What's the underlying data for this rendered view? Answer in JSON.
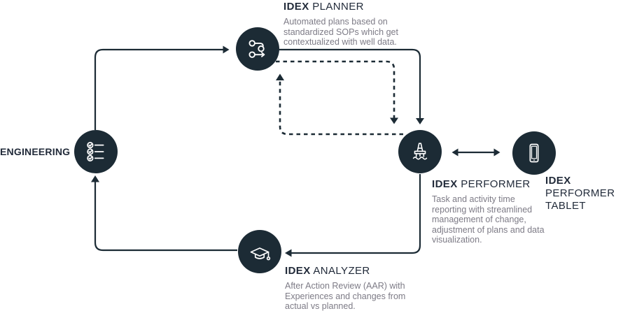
{
  "colors": {
    "ink": "#1c2b35",
    "heading": "#222b3a",
    "muted": "#7d7b86",
    "background": "#ffffff",
    "icon": "#ffffff"
  },
  "nodes": {
    "planner": {
      "brand": "IDEX",
      "label": "PLANNER",
      "description": "Automated plans based on standardized SOPs which get contextualized with well data.",
      "icon": "workflow-route-icon"
    },
    "engineering": {
      "label": "ENGINEERING",
      "icon": "checklist-icon"
    },
    "performer": {
      "brand": "IDEX",
      "label": "PERFORMER",
      "description": "Task and activity time reporting with streamlined management of change, adjustment of plans and data visualization.",
      "icon": "oil-rig-icon"
    },
    "performer_tablet": {
      "brand": "IDEX",
      "label": "PERFORMER TABLET",
      "icon": "tablet-icon"
    },
    "analyzer": {
      "brand": "IDEX",
      "label": "ANALYZER",
      "description": "After Action Review (AAR) with Experiences and changes from actual vs planned.",
      "icon": "graduation-cap-icon"
    }
  }
}
